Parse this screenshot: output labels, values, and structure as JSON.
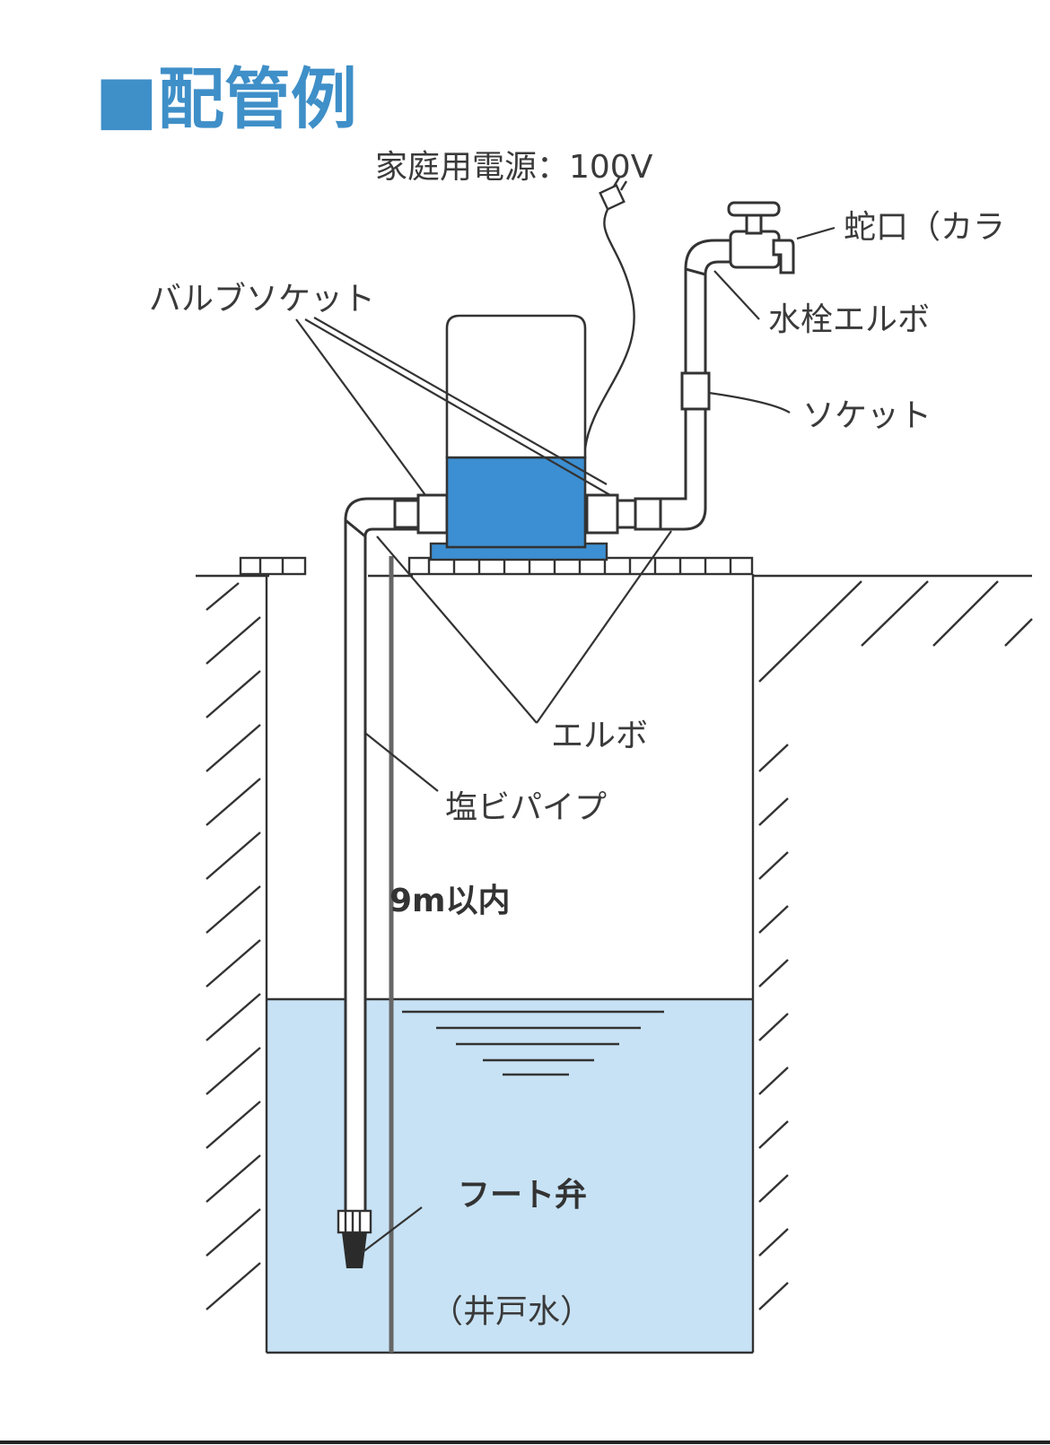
{
  "title": "■配管例",
  "labels": {
    "power": "家庭用電源：100V",
    "faucet": "蛇口（カラ",
    "valve_socket": "バルブソケット",
    "hydrant_elbow": "水栓エルボ",
    "socket": "ソケット",
    "elbow": "エルボ",
    "pvc_pipe": "塩ビパイプ",
    "depth": "9m以内",
    "foot_valve": "フート弁",
    "well_water": "（井戸水）"
  },
  "colors": {
    "title_blue": "#3f8fc8",
    "pump_blue": "#3c8fd2",
    "water": "#c7e2f4",
    "line": "#333333",
    "depth_bar": "#666666"
  },
  "icons": [
    "plug-icon",
    "faucet-icon",
    "pump-icon",
    "foot-valve-icon"
  ]
}
